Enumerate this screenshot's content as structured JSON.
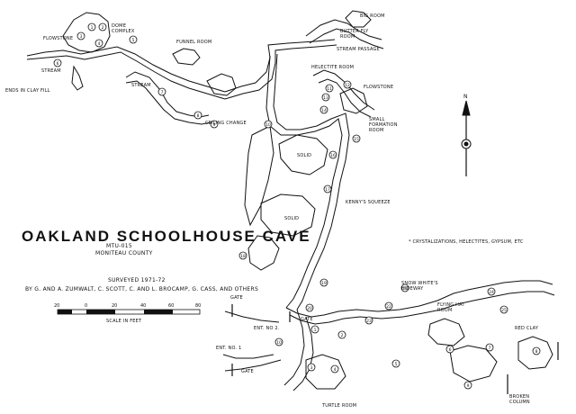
{
  "title": "OAKLAND SCHOOLHOUSE CAVE",
  "cave_id": "MTU-015",
  "county": "MONITEAU COUNTY",
  "surveyed": "SURVEYED 1971-72",
  "surveyors": "BY G. AND A. ZUMWALT, C. SCOTT, C. AND L. BROCAMP, G. CASS, AND OTHERS",
  "legend_note": "* CRYSTALIZATIONS, HELECTITES, GYPSUM, ETC",
  "north": "N",
  "scale": {
    "label": "SCALE IN FEET",
    "ticks": [
      "20",
      "0",
      "20",
      "40",
      "60",
      "80"
    ]
  },
  "labels": {
    "flowstone_nw": "FLOWSTONE",
    "dome_complex": "DOME COMPLEX",
    "stream_nw": "STREAM",
    "ends_in_clay_fill": "ENDS IN CLAY FILL",
    "funnel_room": "FUNNEL ROOM",
    "stream_w": "STREAM",
    "ceiling_change": "CEILING CHANGE",
    "big_room": "BIG ROOM",
    "butterfly_room": "BUTTER FLY ROOM",
    "stream_passage": "STREAM PASSAGE",
    "helectite_room": "HELECTITE ROOM",
    "flowstone_ne": "FLOWSTONE",
    "small_formation_room": "SMALL FORMATION ROOM",
    "solid_1": "SOLID",
    "solid_2": "SOLID",
    "kennys_squeeze": "KENNY'S SQUEEZE",
    "snow_whites_hideway": "SNOW WHITE'S HIDEWAY",
    "flying_hat_room": "FLYING HAT ROOM",
    "red_clay": "RED CLAY",
    "broken_column": "BROKEN COLUMN",
    "gate_1": "GATE",
    "gate_2": "GATE",
    "gate_3": "GATE",
    "ent_no2": "ENT. NO 2.",
    "ent_no1": "ENT. NO. 1",
    "turtle_room": "TURTLE ROOM"
  },
  "stations": [
    "1",
    "2",
    "3",
    "4",
    "5",
    "6",
    "7",
    "8",
    "9",
    "10",
    "11",
    "12",
    "13",
    "14",
    "15",
    "16",
    "17",
    "18",
    "19",
    "20",
    "21",
    "22",
    "23",
    "24",
    "25"
  ]
}
